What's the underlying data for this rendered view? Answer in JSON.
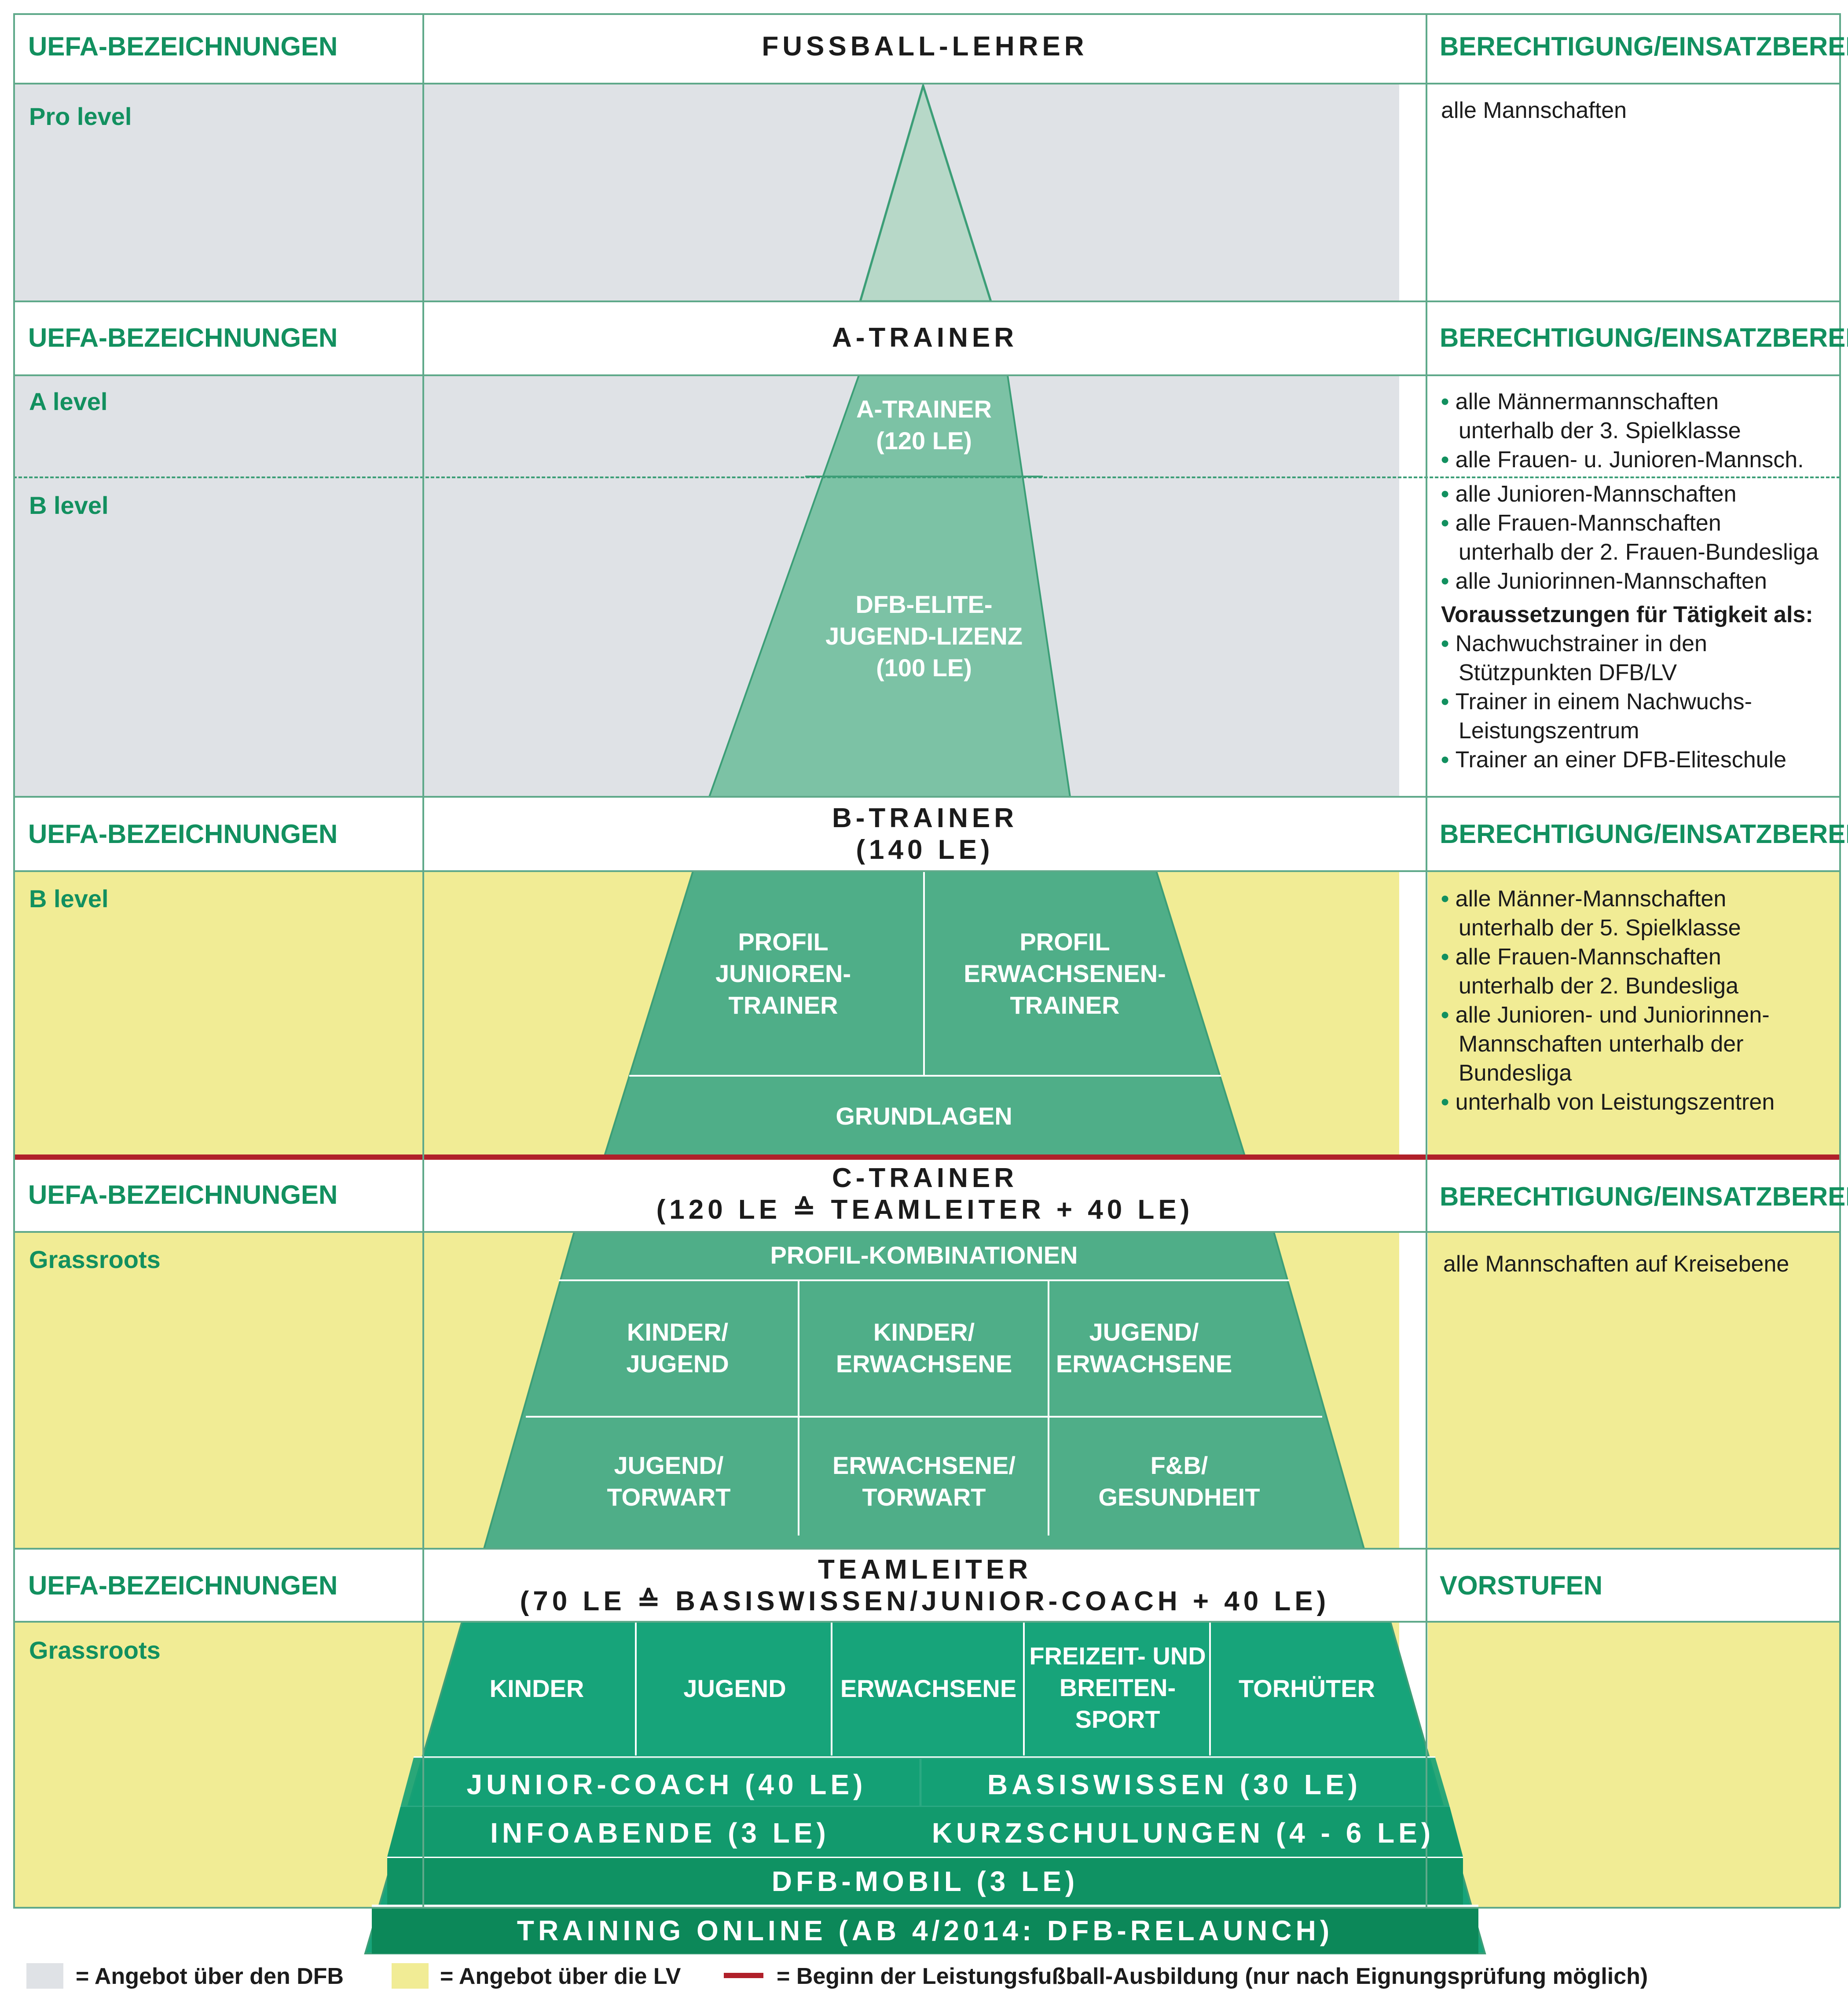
{
  "colors": {
    "green": "#12905f",
    "grey_zone": "#dfe2e6",
    "yellow_zone": "#f1ec95",
    "red_line": "#b0202a"
  },
  "sections": [
    {
      "left": "UEFA-BEZEICHNUNGEN",
      "center": "FUSSBALL-LEHRER",
      "right": "BERECHTIGUNG/EINSATZBEREICH"
    },
    {
      "left": "UEFA-BEZEICHNUNGEN",
      "center": "A-TRAINER",
      "right": "BERECHTIGUNG/EINSATZBEREICH"
    },
    {
      "left": "UEFA-BEZEICHNUNGEN",
      "center_line1": "B-TRAINER",
      "center_line2": "(140 LE)",
      "right": "BERECHTIGUNG/EINSATZBEREICH"
    },
    {
      "left": "UEFA-BEZEICHNUNGEN",
      "center_line1": "C-TRAINER",
      "center_line2": "(120 LE ≙ TEAMLEITER + 40 LE)",
      "right": "BERECHTIGUNG/EINSATZBEREICH"
    },
    {
      "left": "UEFA-BEZEICHNUNGEN",
      "center_line1": "TEAMLEITER",
      "center_line2": "(70 LE ≙ BASISWISSEN/JUNIOR-COACH + 40 LE)",
      "right": "VORSTUFEN"
    }
  ],
  "levels": [
    "Pro level",
    "A level",
    "B level",
    "B level",
    "Grassroots",
    "Grassroots"
  ],
  "rights": {
    "pro": "alle Mannschaften",
    "a_level": [
      "alle Männermannschaften",
      "unterhalb der 3. Spielklasse",
      "alle Frauen- u. Junioren-Mannsch."
    ],
    "b_level_a": [
      "alle Junioren-Mannschaften",
      "alle Frauen-Mannschaften",
      "unterhalb der 2. Frauen-Bundesliga",
      "alle Juniorinnen-Mannschaften"
    ],
    "prereq_title": "Voraussetzungen für Tätigkeit als:",
    "prereq": [
      "Nachwuchstrainer in den",
      "Stützpunkten DFB/LV",
      "Trainer in einem Nachwuchs-",
      "Leistungszentrum",
      "Trainer an einer DFB-Eliteschule"
    ],
    "b_trainer": [
      "alle Männer-Mannschaften",
      "unterhalb der 5. Spielklasse",
      "alle Frauen-Mannschaften",
      "unterhalb der 2. Bundesliga",
      "alle Junioren- und Juniorinnen-",
      "Mannschaften unterhalb der",
      "Bundesliga",
      "unterhalb von Leistungszentren"
    ],
    "c_trainer": "alle Mannschaften auf Kreisebene"
  },
  "pyramid": {
    "a_trainer": [
      "A-TRAINER",
      "(120 LE)"
    ],
    "elite": [
      "DFB-ELITE-",
      "JUGEND-LIZENZ",
      "(100 LE)"
    ],
    "profil_junioren": [
      "PROFIL",
      "JUNIOREN-",
      "TRAINER"
    ],
    "profil_erwachsenen": [
      "PROFIL",
      "ERWACHSENEN-",
      "TRAINER"
    ],
    "grundlagen": "GRUNDLAGEN",
    "profil_kombinationen": "PROFIL-KOMBINATIONEN",
    "combo": [
      [
        "KINDER/",
        "JUGEND"
      ],
      [
        "KINDER/",
        "ERWACHSENE"
      ],
      [
        "JUGEND/",
        "ERWACHSENE"
      ],
      [
        "JUGEND/",
        "TORWART"
      ],
      [
        "ERWACHSENE/",
        "TORWART"
      ],
      [
        "F&B/",
        "GESUNDHEIT"
      ]
    ],
    "teamleiter": [
      "KINDER",
      "JUGEND",
      "ERWACHSENE",
      "FREIZEIT- UND",
      "BREITEN-",
      "SPORT",
      "TORHÜTER"
    ],
    "junior_coach": "JUNIOR-COACH (40 LE)",
    "basiswissen": "BASISWISSEN (30 LE)",
    "infoabende": "INFOABENDE (3 LE)",
    "kurzschulungen": "KURZSCHULUNGEN (4 - 6 LE)",
    "dfb_mobil": "DFB-MOBIL (3 LE)",
    "training_online": "TRAINING ONLINE (AB 4/2014: DFB-RELAUNCH)"
  },
  "legend": {
    "dfb": "= Angebot über den DFB",
    "lv": "= Angebot über die LV",
    "red": "= Beginn der Leistungsfußball-Ausbildung (nur nach Eignungsprüfung möglich)"
  }
}
